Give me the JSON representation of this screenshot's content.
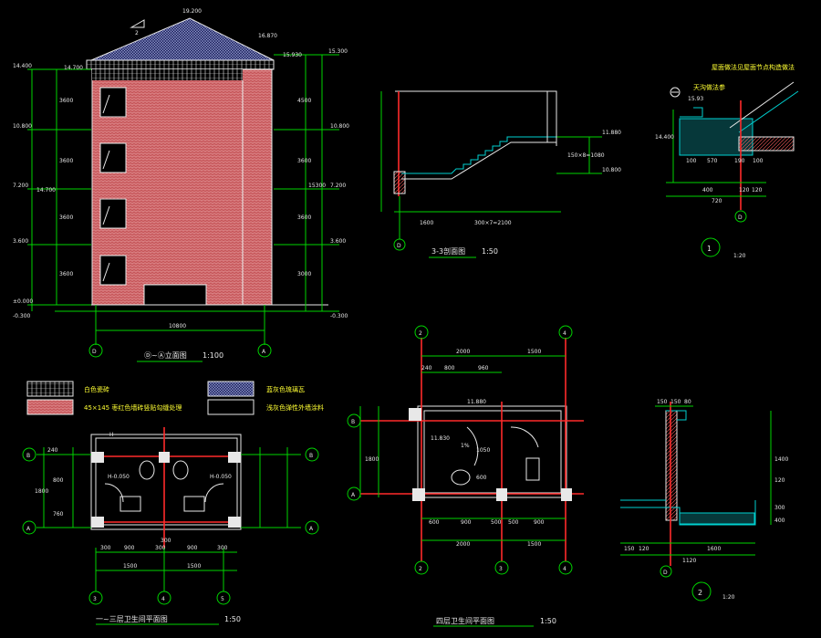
{
  "elevation": {
    "title": "Ⓓ~Ⓐ立面图",
    "scale": "1:100",
    "axis_left": "D",
    "axis_right": "A",
    "total_width": "10800",
    "levels_left": [
      "14.400",
      "10.800",
      "7.200",
      "3.600",
      "±0.000",
      "-0.300"
    ],
    "levels_right": [
      "15.300",
      "10.800",
      "7.200",
      "3.600",
      "-0.300"
    ],
    "dims_left": [
      "3600",
      "3600",
      "3600",
      "3600"
    ],
    "dims_right": [
      "4500",
      "3600",
      "3600",
      "3000"
    ],
    "total_height_left": "14.700",
    "total_height_right": "15300",
    "ridge_level": "19.200",
    "eave_level_a": "16.870",
    "eave_level_b": "15.930",
    "eave_level_c": "14.700",
    "slope_label": "2"
  },
  "legend": {
    "item1": "白色瓷砖",
    "item2": "45×145  枣红色墙砖竖贴勾缝处理",
    "item3": "蓝灰色琉璃瓦",
    "item4": "浅灰色弹性外墙涂料"
  },
  "section33": {
    "title": "3-3剖面图",
    "scale": "1:50",
    "axis": "D",
    "dim_a": "1600",
    "dim_b": "300×7=2100",
    "level_a": "11.880",
    "level_b": "10.800",
    "rise": "150×8=1080"
  },
  "detail1": {
    "number": "1",
    "scale": "1:20",
    "title": "屋面做法见屋面节点构造做法",
    "level_top": "15.93",
    "level_mid": "14.400",
    "note": "天沟做法参",
    "axis": "D",
    "dims": [
      "100",
      "570",
      "190",
      "100"
    ],
    "dims_bottom": [
      "400",
      "720",
      "120",
      "120"
    ]
  },
  "plan13": {
    "title": "一~三层卫生间平面图",
    "scale": "1:50",
    "axes_top": [
      "B",
      "B"
    ],
    "axes_bottom": [
      "A",
      "A"
    ],
    "axes_x": [
      "3",
      "4",
      "5"
    ],
    "level_left": "H-0.050",
    "level_right": "H-0.050",
    "dims_bottom": [
      "300",
      "900",
      "300",
      "900",
      "300"
    ],
    "dims_total": [
      "1500",
      "1500"
    ],
    "dim_mid": "300",
    "dims_side": [
      "240",
      "800",
      "760"
    ],
    "total_side": "1800",
    "label_h": "H"
  },
  "plan4": {
    "title": "四层卫生间平面图",
    "scale": "1:50",
    "axes_top": [
      "2",
      "4"
    ],
    "axes_bottom": [
      "2",
      "3",
      "4"
    ],
    "axes_side": [
      "B",
      "A"
    ],
    "dims_top": [
      "2000",
      "1500"
    ],
    "dims_top2": [
      "240",
      "800",
      "960"
    ],
    "dims_bottom": [
      "600",
      "900",
      "500",
      "500",
      "900"
    ],
    "dims_bottom_total": [
      "2000",
      "1500"
    ],
    "level_a": "11.880",
    "level_b": "11.830",
    "dims_side": [
      "1800",
      "1050",
      "600"
    ],
    "slope": "1%"
  },
  "detail2": {
    "number": "2",
    "scale": "1:20",
    "axis": "D",
    "dims_top": [
      "150",
      "150",
      "80"
    ],
    "dims_bottom": [
      "150",
      "120",
      "1600"
    ],
    "total": "1120",
    "dims_right": [
      "1400",
      "120",
      "300",
      "400"
    ]
  }
}
